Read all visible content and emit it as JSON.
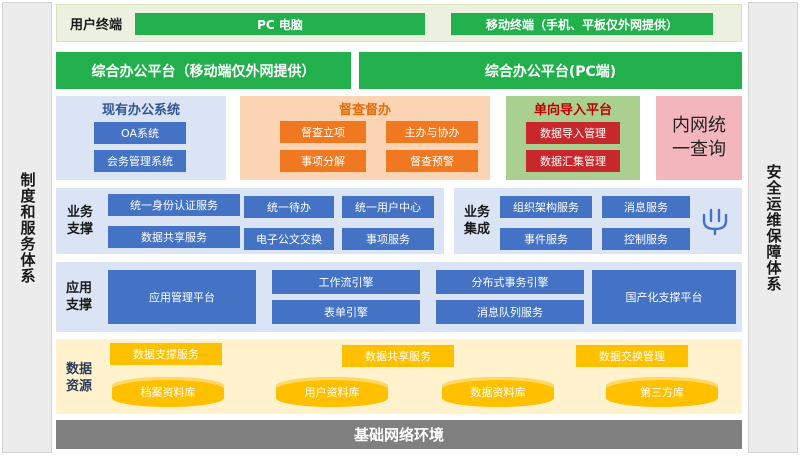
{
  "left_side": "制度和服务体系",
  "right_side": "安全运维保障体系",
  "terminal": {
    "label": "用户终端",
    "pc": "PC 电脑",
    "mobile": "移动终端（手机、平板仅外网提供）"
  },
  "platforms": {
    "mobile": "综合办公平台（移动端仅外网提供）",
    "pc": "综合办公平台(PC端)"
  },
  "existing": {
    "title": "现有办公系统",
    "items": [
      "OA系统",
      "会务管理系统"
    ]
  },
  "supervise": {
    "title": "督查督办",
    "items": [
      "督查立项",
      "主办与协办",
      "事项分解",
      "督查预警"
    ]
  },
  "import": {
    "title": "单向导入平台",
    "items": [
      "数据导入管理",
      "数据汇集管理"
    ]
  },
  "intranet": "内网统一查询",
  "biz_support": {
    "label": "业务支撑",
    "items": [
      "统一身份认证服务",
      "统一待办",
      "统一用户中心",
      "数据共享服务",
      "电子公文交换",
      "事项服务"
    ]
  },
  "biz_integration": {
    "label": "业务集成",
    "items": [
      "组织架构服务",
      "消息服务",
      "事件服务",
      "控制服务"
    ]
  },
  "app_support": {
    "label": "应用支撑",
    "items": [
      "应用管理平台",
      "工作流引擎",
      "表单引擎",
      "分布式事务引擎",
      "消息队列服务",
      "国产化支撑平台"
    ]
  },
  "data": {
    "label": "数据资源",
    "services": [
      "数据支撑服务",
      "数据共享服务",
      "数据交换管理"
    ],
    "stores": [
      "档案资料库",
      "用户资料库",
      "数据资料库",
      "第三方库"
    ]
  },
  "network": "基础网络环境",
  "colors": {
    "green": "#21b04b",
    "blue": "#4472c4",
    "orange": "#f07820",
    "red": "#c8282c",
    "yellow": "#ffc000",
    "grey": "#808080"
  },
  "icons": [
    "plug-icon"
  ]
}
